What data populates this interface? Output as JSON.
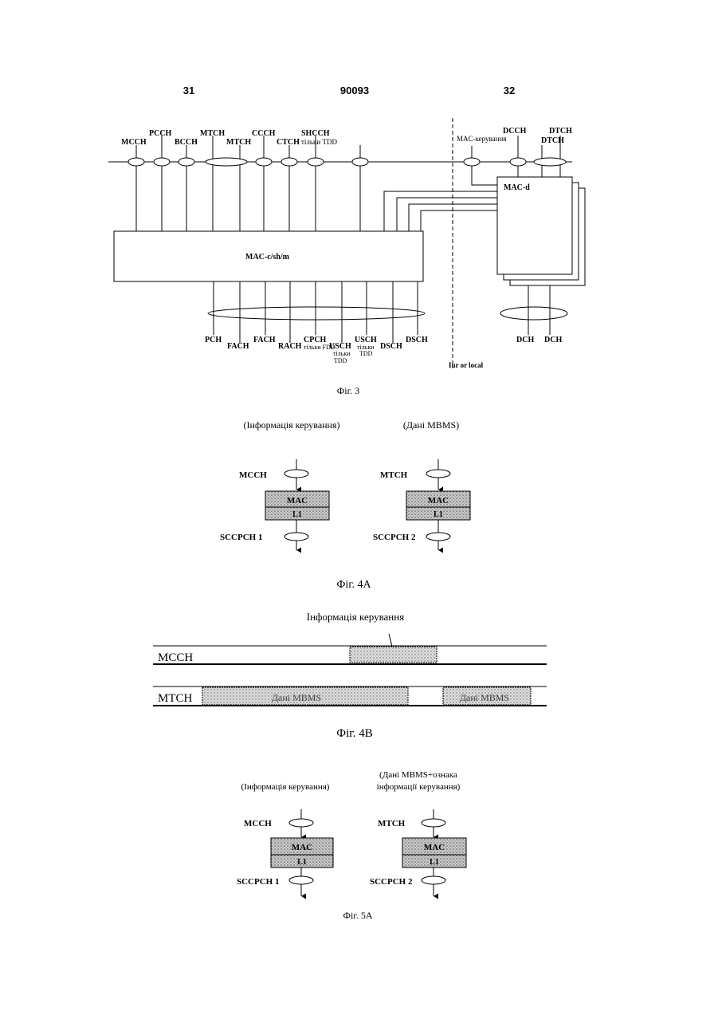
{
  "header": {
    "left": "31",
    "center": "90093",
    "right": "32"
  },
  "fig3": {
    "caption": "Фіг. 3",
    "top_labels": {
      "mcch": "MCCH",
      "pcch": "PCCH",
      "bcch": "BCCH",
      "mtch1": "MTCH",
      "mtch2": "MTCH",
      "ccch": "CCCH",
      "ctch": "CTCH",
      "shcch": "SHCCH",
      "shcch_note": "тільки TDD",
      "mac_control": "MAC-керування",
      "dcch": "DCCH",
      "dtch1": "DTCH",
      "dtch2": "DTCH"
    },
    "mac_csh": "MAC-c/sh/m",
    "mac_d": "MAC-d",
    "bottom_labels": {
      "pch": "PCH",
      "fach1": "FACH",
      "fach2": "FACH",
      "rach": "RACH",
      "cpch": "CPCH",
      "cpch_note": "тільки FDD",
      "usch1": "USCH",
      "usch1_note1": "тільки",
      "usch1_note2": "TDD",
      "usch2": "USCH",
      "usch2_note1": "тільки",
      "usch2_note2": "TDD",
      "dsch1": "DSCH",
      "dsch2": "DSCH",
      "dch1": "DCH",
      "dch2": "DCH",
      "iur": "Iur or local"
    }
  },
  "fig4a": {
    "caption": "Фіг. 4А",
    "left_title": "(Інформація керування)",
    "right_title": "(Дані MBMS)",
    "left": {
      "top": "MCCH",
      "mac": "MAC",
      "l1": "L1",
      "bottom": "SCCPCH 1"
    },
    "right": {
      "top": "MTCH",
      "mac": "MAC",
      "l1": "L1",
      "bottom": "SCCPCH 2"
    }
  },
  "fig4b": {
    "caption": "Фіг. 4В",
    "title": "Інформація керування",
    "row1": "MCCH",
    "row2": "MTCH",
    "data1": "Дані MBMS",
    "data2": "Дані MBMS"
  },
  "fig5a": {
    "caption": "Фіг. 5А",
    "left_title": "(Інформація керування)",
    "right_title_1": "(Дані MBMS+ознака",
    "right_title_2": "інформації керування)",
    "left": {
      "top": "MCCH",
      "mac": "MAC",
      "l1": "L1",
      "bottom": "SCCPCH 1"
    },
    "right": {
      "top": "MTCH",
      "mac": "MAC",
      "l1": "L1",
      "bottom": "SCCPCH 2"
    }
  }
}
